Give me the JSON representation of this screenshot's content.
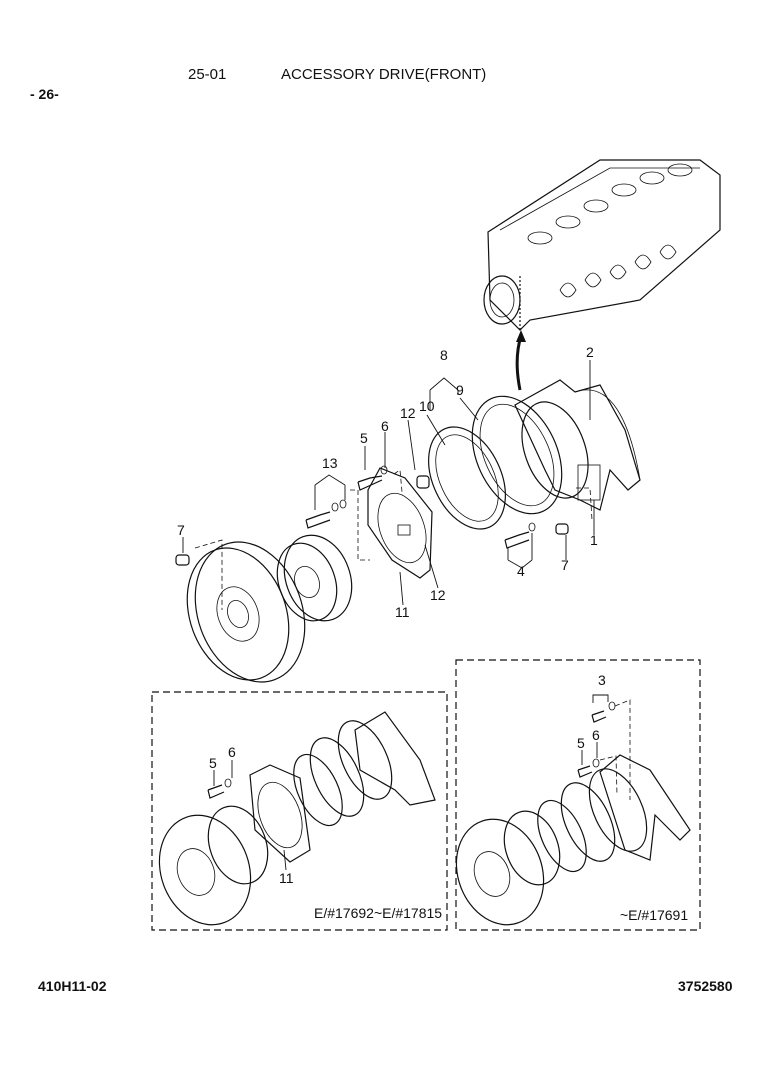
{
  "header": {
    "page_number": "- 26-",
    "section_code": "25-01",
    "title": "ACCESSORY DRIVE(FRONT)"
  },
  "callouts": {
    "main": [
      "1",
      "2",
      "4",
      "5",
      "6",
      "7",
      "7",
      "8",
      "9",
      "10",
      "11",
      "12",
      "12",
      "13"
    ],
    "inset_left": [
      "5",
      "6",
      "11"
    ],
    "inset_right": [
      "3",
      "5",
      "6"
    ]
  },
  "insets": {
    "left_range": "E/#17692~E/#17815",
    "right_range": "~E/#17691"
  },
  "footer": {
    "model_code": "410H11-02",
    "drawing_number": "3752580"
  }
}
